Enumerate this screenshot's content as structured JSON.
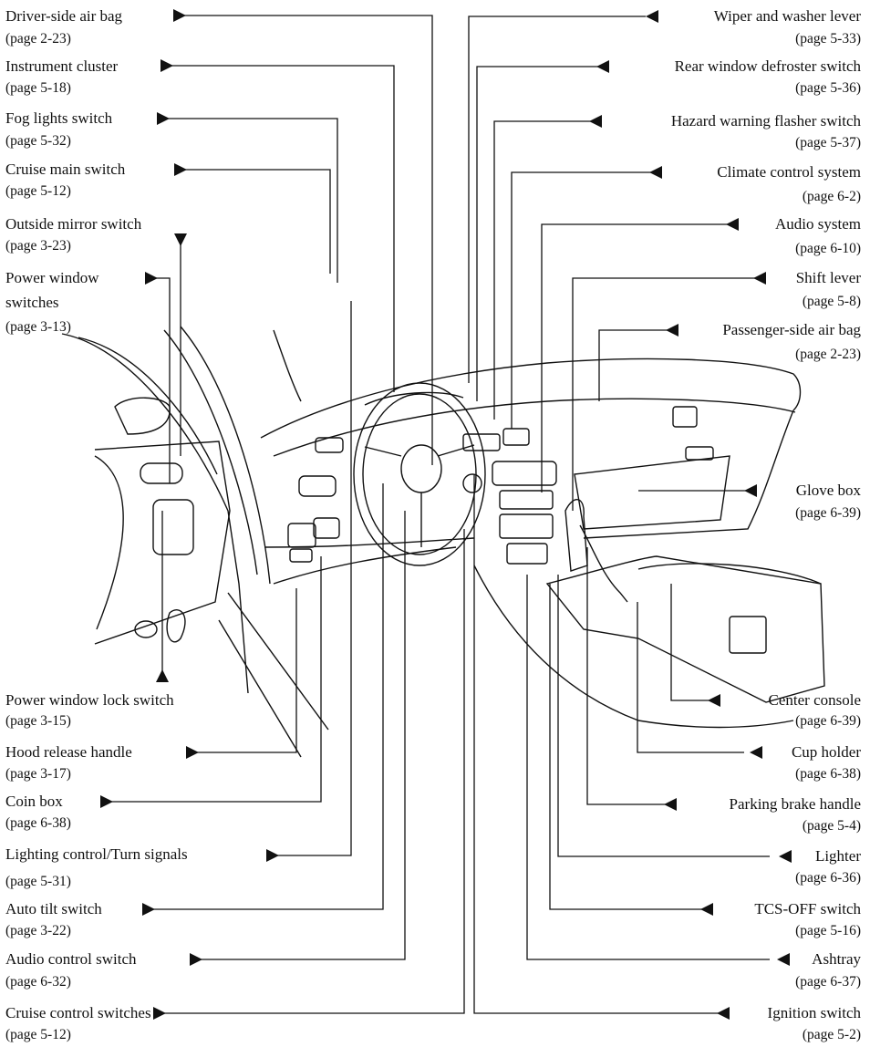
{
  "left": [
    {
      "label": "Driver-side air bag",
      "page": "(page 2-23)"
    },
    {
      "label": "Instrument cluster",
      "page": "(page 5-18)"
    },
    {
      "label": "Fog lights switch",
      "page": "(page 5-32)"
    },
    {
      "label": "Cruise main switch",
      "page": "(page 5-12)"
    },
    {
      "label": "Outside mirror switch",
      "page": "(page 3-23)"
    },
    {
      "label": "Power window",
      "label2": "switches",
      "page": "(page 3-13)"
    },
    {
      "label": "Power window lock switch",
      "page": "(page 3-15)"
    },
    {
      "label": "Hood release handle",
      "page": "(page 3-17)"
    },
    {
      "label": "Coin box",
      "page": "(page 6-38)"
    },
    {
      "label": "Lighting control/Turn signals",
      "page": "(page 5-31)"
    },
    {
      "label": "Auto tilt switch",
      "page": "(page 3-22)"
    },
    {
      "label": "Audio control switch",
      "page": "(page 6-32)"
    },
    {
      "label": "Cruise control switches",
      "page": "(page 5-12)"
    }
  ],
  "right": [
    {
      "label": "Wiper and washer lever",
      "page": "(page 5-33)"
    },
    {
      "label": "Rear window defroster switch",
      "page": "(page 5-36)"
    },
    {
      "label": "Hazard warning flasher switch",
      "page": "(page 5-37)"
    },
    {
      "label": "Climate control system",
      "page": "(page 6-2)"
    },
    {
      "label": "Audio system",
      "page": "(page 6-10)"
    },
    {
      "label": "Shift lever",
      "page": "(page 5-8)"
    },
    {
      "label": "Passenger-side air bag",
      "page": "(page 2-23)"
    },
    {
      "label": "Glove box",
      "page": "(page 6-39)"
    },
    {
      "label": "Center console",
      "page": "(page 6-39)"
    },
    {
      "label": "Cup holder",
      "page": "(page 6-38)"
    },
    {
      "label": "Parking brake handle",
      "page": "(page 5-4)"
    },
    {
      "label": "Lighter",
      "page": "(page 6-36)"
    },
    {
      "label": "TCS-OFF switch",
      "page": "(page 5-16)"
    },
    {
      "label": "Ashtray",
      "page": "(page 6-37)"
    },
    {
      "label": "Ignition switch",
      "page": "(page 5-2)"
    }
  ]
}
